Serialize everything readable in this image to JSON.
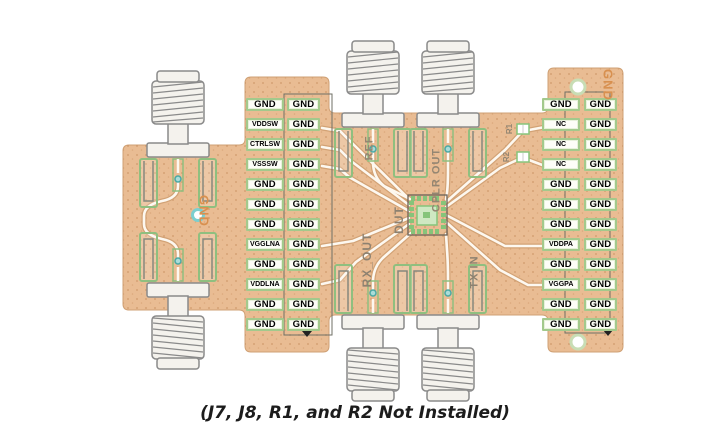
{
  "figure": {
    "caption": "(J7, J8, R1, and R2 Not Installed)"
  },
  "board": {
    "left_header": {
      "signals": [
        "GND",
        "VDDSW",
        "CTRLSW",
        "VSSSW",
        "GND",
        "GND",
        "GND",
        "VGGLNA",
        "GND",
        "VDDLNA",
        "GND",
        "GND"
      ],
      "grounds": [
        "GND",
        "GND",
        "GND",
        "GND",
        "GND",
        "GND",
        "GND",
        "GND",
        "GND",
        "GND",
        "GND",
        "GND"
      ]
    },
    "right_header": {
      "signals": [
        "GND",
        "NC",
        "NC",
        "NC",
        "GND",
        "GND",
        "GND",
        "VDDPA",
        "GND",
        "VGGPA",
        "GND",
        "GND"
      ],
      "grounds": [
        "GND",
        "GND",
        "GND",
        "GND",
        "GND",
        "GND",
        "GND",
        "GND",
        "GND",
        "GND",
        "GND",
        "GND"
      ]
    },
    "silkscreen": {
      "ref": "REF",
      "cplr_out": "CPLR OUT",
      "dut": "DUT",
      "rx_out": "RX_OUT",
      "tx_in": "TX IN",
      "r1": "R1",
      "r2": "R2",
      "gnd_left": "GND",
      "gnd_right": "GND"
    },
    "colors": {
      "copper": "#e9bc93",
      "dots": "#bc7f4f",
      "pad_green": "#9cc487",
      "silk_orange": "#d8904f",
      "silk_gray": "#948672",
      "trace_white": "#fdf8f0"
    }
  }
}
